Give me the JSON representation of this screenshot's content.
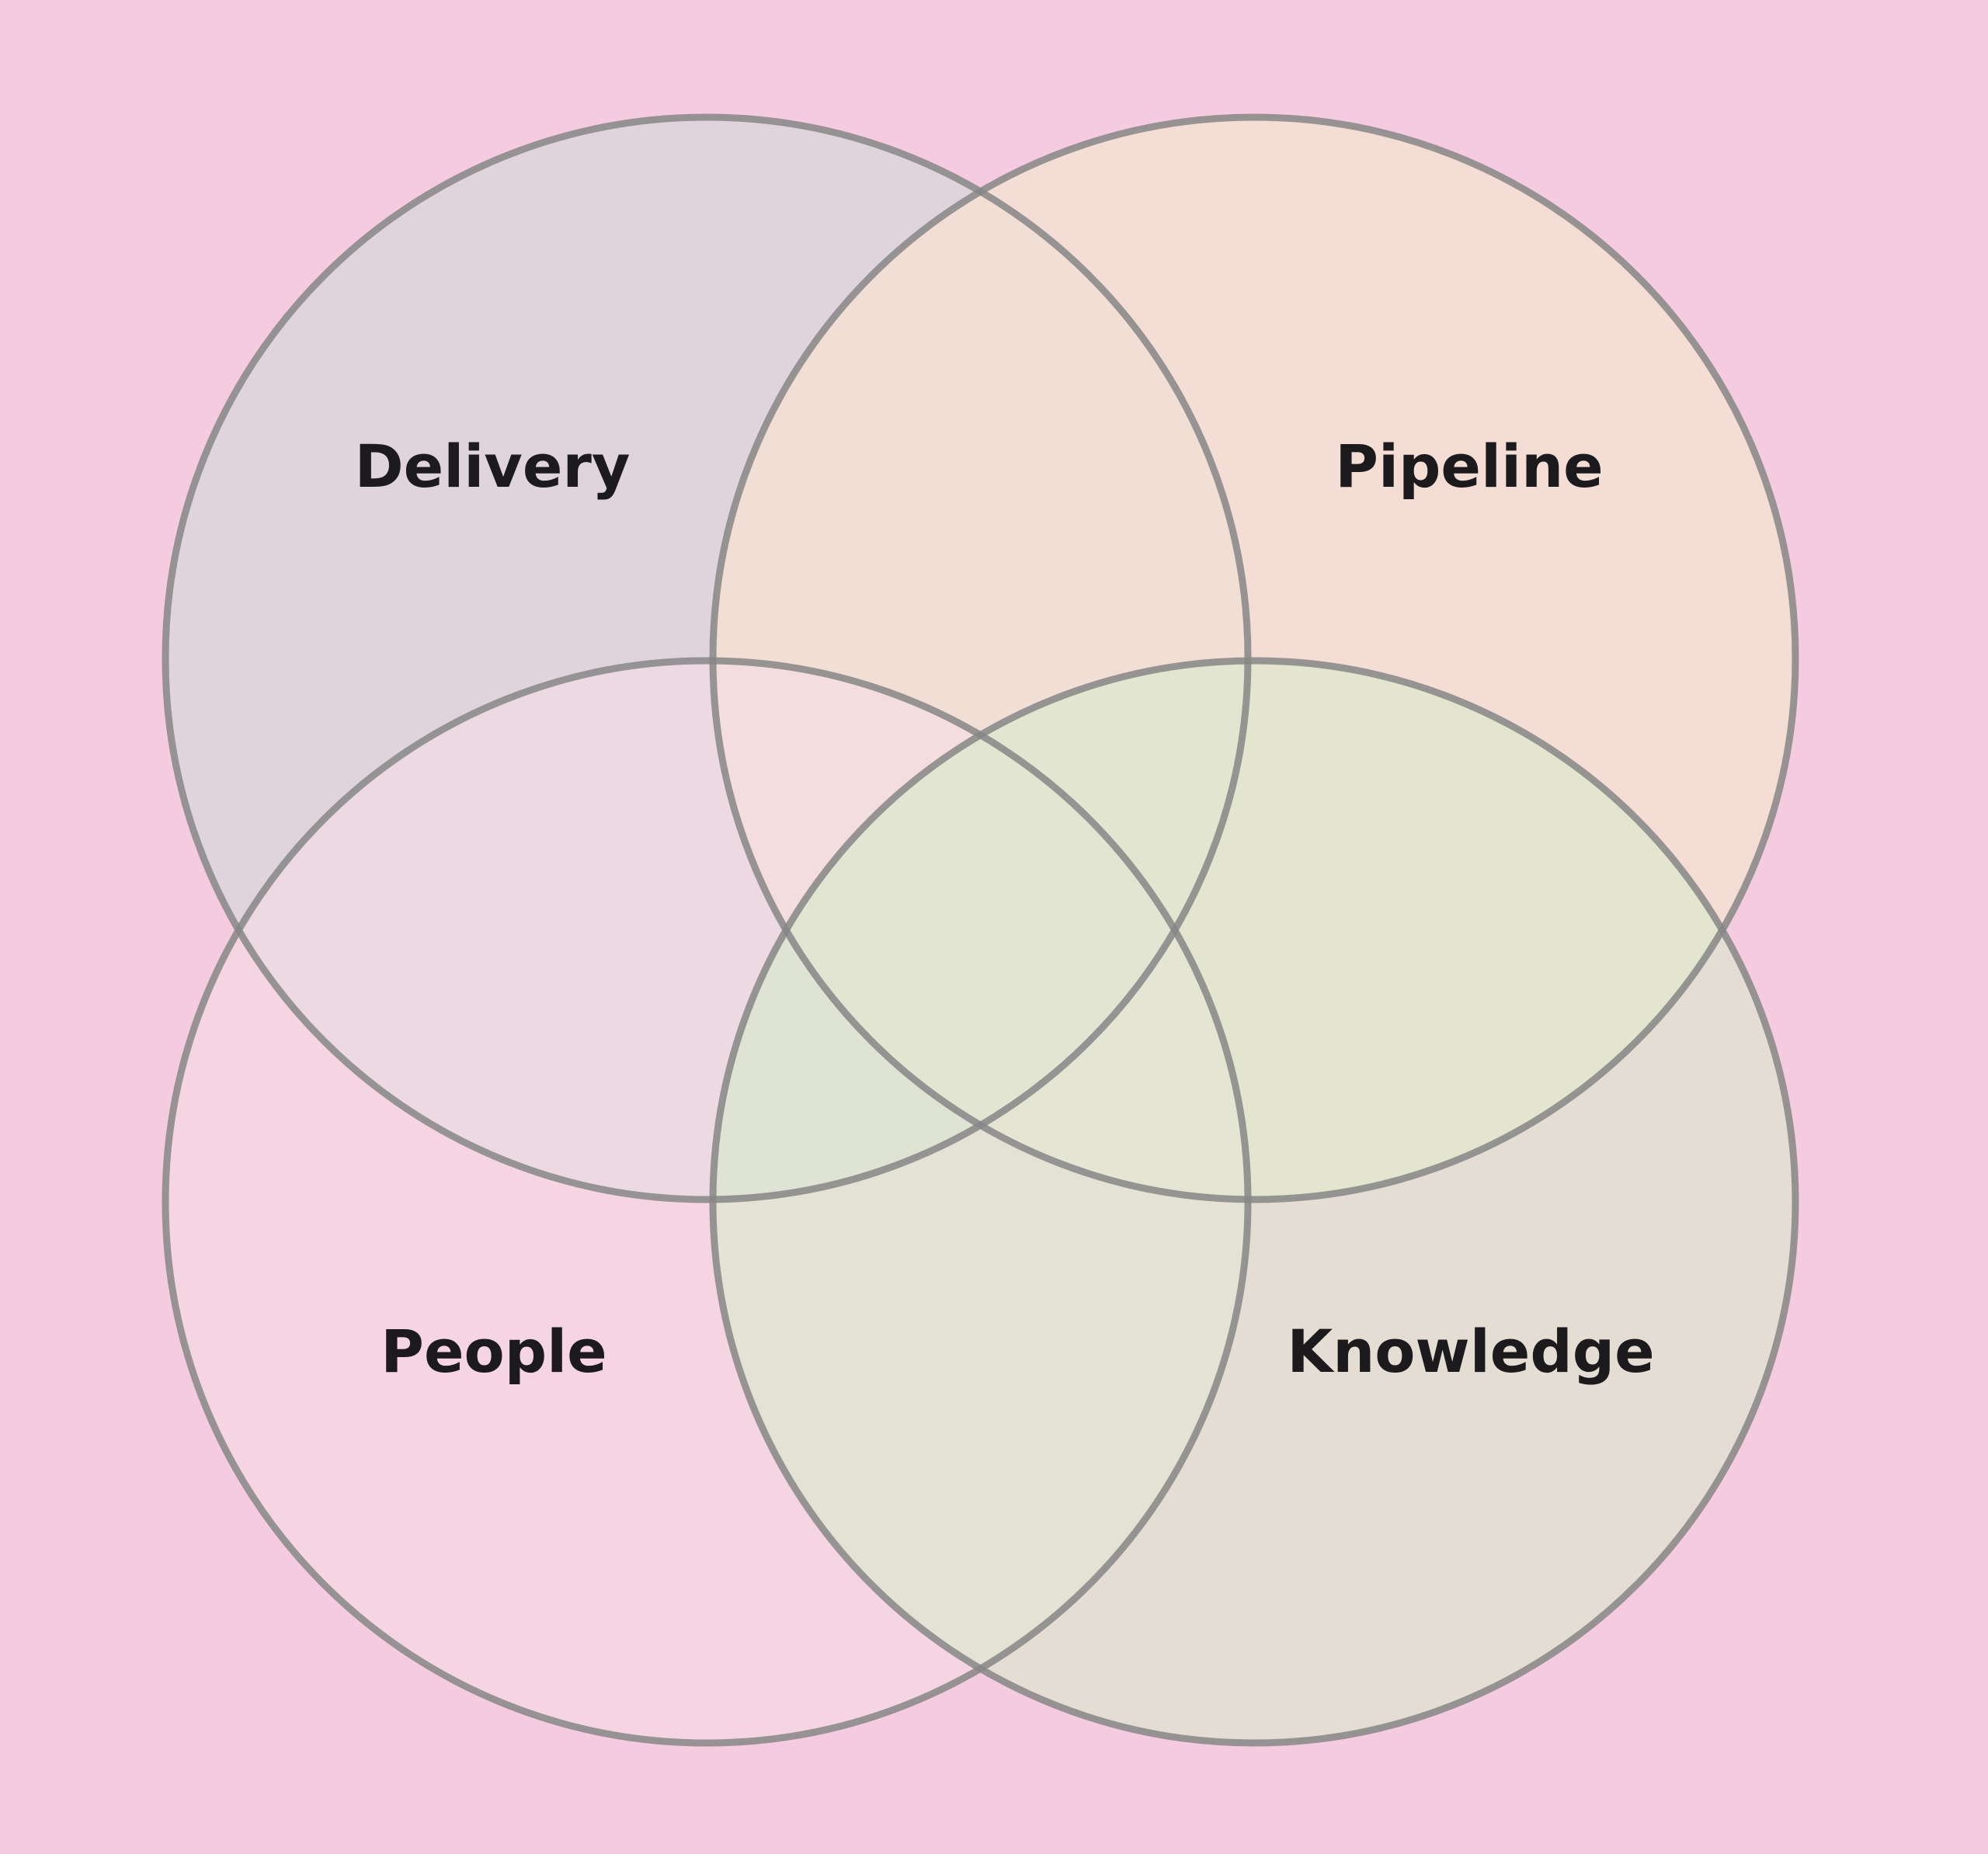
{
  "background_color": "#f5ccdf",
  "outline_color": "#868686",
  "sets": [
    {
      "id": "delivery",
      "label": "Delivery",
      "fill": "#dcd5dc",
      "fill_opacity": 0.85
    },
    {
      "id": "pipeline",
      "label": "Pipeline",
      "fill": "#f3dfd3",
      "fill_opacity": 0.85
    },
    {
      "id": "people",
      "label": "People",
      "fill": "#f5dde6",
      "fill_opacity": 0.55
    },
    {
      "id": "knowledge",
      "label": "Knowledge",
      "fill": "#d6ebcb",
      "fill_opacity": 0.55
    }
  ]
}
